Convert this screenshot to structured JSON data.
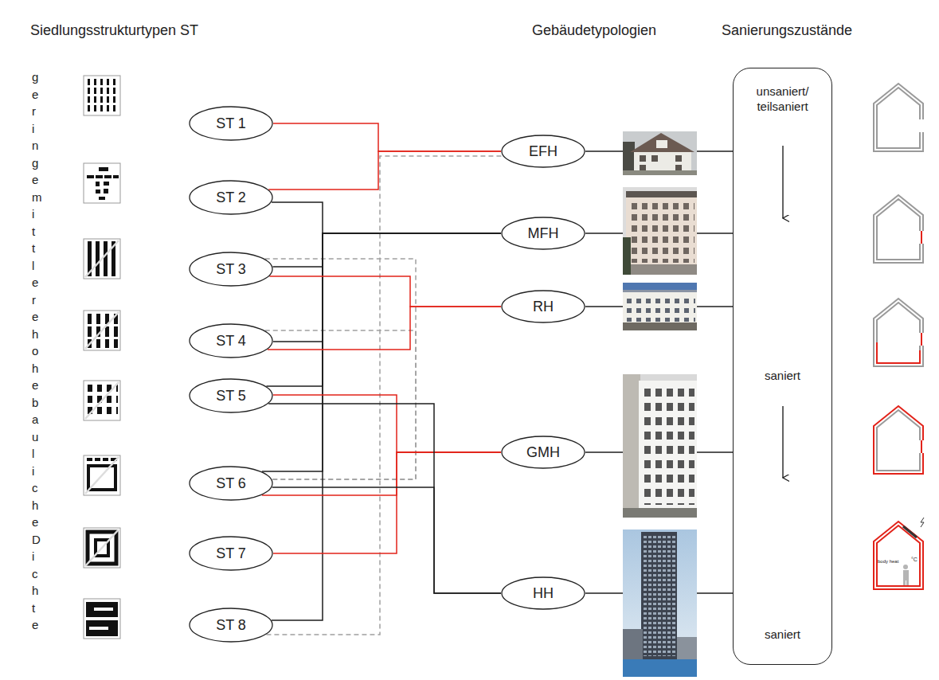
{
  "diagram": {
    "nodes": [
      {
        "text": [
          "ST 1"
        ]
      },
      {
        "text": [
          "ST 2"
        ]
      },
      {
        "text": [
          "ST 3"
        ]
      },
      {
        "text": [
          "ST 4"
        ]
      },
      {
        "text": [
          "ST 5"
        ]
      },
      {
        "text": [
          "ST 6"
        ]
      },
      {
        "text": [
          "ST 7"
        ]
      },
      {
        "text": [
          "ST 8"
        ]
      },
      {
        "text": [
          "EFH"
        ]
      },
      {
        "text": [
          "MFH"
        ]
      },
      {
        "text": [
          "RH"
        ]
      },
      {
        "text": [
          "GMH"
        ]
      },
      {
        "text": [
          "HH"
        ]
      },
      {
        "text": [
          "unsaniert/ teilsaniert",
          "saniert",
          "saniert"
        ]
      }
    ],
    "edges": [
      {
        "from": 0,
        "to": 8,
        "arrow": "none"
      },
      {
        "from": 1,
        "to": 8,
        "arrow": "none"
      },
      {
        "from": 1,
        "to": 9,
        "arrow": "none"
      },
      {
        "from": 2,
        "to": 9,
        "arrow": "none"
      },
      {
        "from": 3,
        "to": 9,
        "arrow": "none"
      },
      {
        "from": 4,
        "to": 9,
        "arrow": "none"
      },
      {
        "from": 5,
        "to": 9,
        "arrow": "none"
      },
      {
        "from": 7,
        "to": 9,
        "arrow": "none"
      },
      {
        "from": 2,
        "to": 10,
        "arrow": "none"
      },
      {
        "from": 3,
        "to": 10,
        "arrow": "none"
      },
      {
        "from": 4,
        "to": 11,
        "arrow": "none"
      },
      {
        "from": 5,
        "to": 11,
        "arrow": "none"
      },
      {
        "from": 6,
        "to": 11,
        "arrow": "none"
      },
      {
        "from": 4,
        "to": 12,
        "arrow": "none"
      },
      {
        "from": 5,
        "to": 12,
        "arrow": "none"
      },
      {
        "from": 2,
        "to": 5,
        "arrow": "none"
      },
      {
        "from": 3,
        "to": 5,
        "arrow": "none"
      },
      {
        "from": 7,
        "to": 8,
        "arrow": "none"
      },
      {
        "from": 8,
        "to": 13,
        "arrow": "none"
      },
      {
        "from": 9,
        "to": 13,
        "arrow": "none"
      },
      {
        "from": 10,
        "to": 13,
        "arrow": "none"
      },
      {
        "from": 11,
        "to": 13,
        "arrow": "none"
      },
      {
        "from": 12,
        "to": 13,
        "arrow": "none"
      }
    ],
    "labels": [
      "Siedlungsstrukturtypen ST",
      "geringe mittlere hohe bauliche Dichte",
      "Gebäudetypologien",
      "Sanierungszustände",
      "body heat",
      "°C"
    ]
  }
}
